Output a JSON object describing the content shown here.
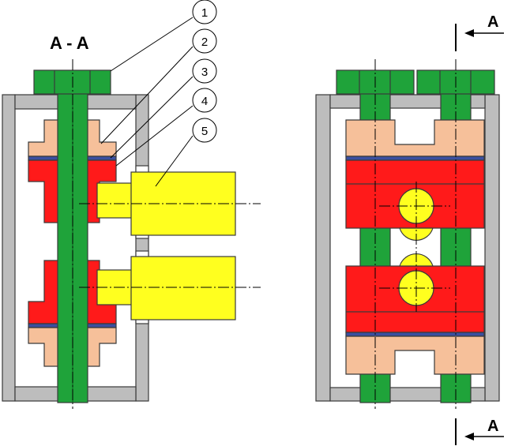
{
  "labels": {
    "section_title": "A - A",
    "section_marker_top": "A",
    "section_marker_bottom": "A"
  },
  "callouts": [
    "1",
    "2",
    "3",
    "4",
    "5"
  ],
  "colors": {
    "frame": "#bdbdbd",
    "shaft": "#1fa33a",
    "cap": "#1fa33a",
    "flange": "#f6c09a",
    "block": "#ff1a1a",
    "gasket": "#3b4fa0",
    "actuator": "#ffff1f"
  }
}
